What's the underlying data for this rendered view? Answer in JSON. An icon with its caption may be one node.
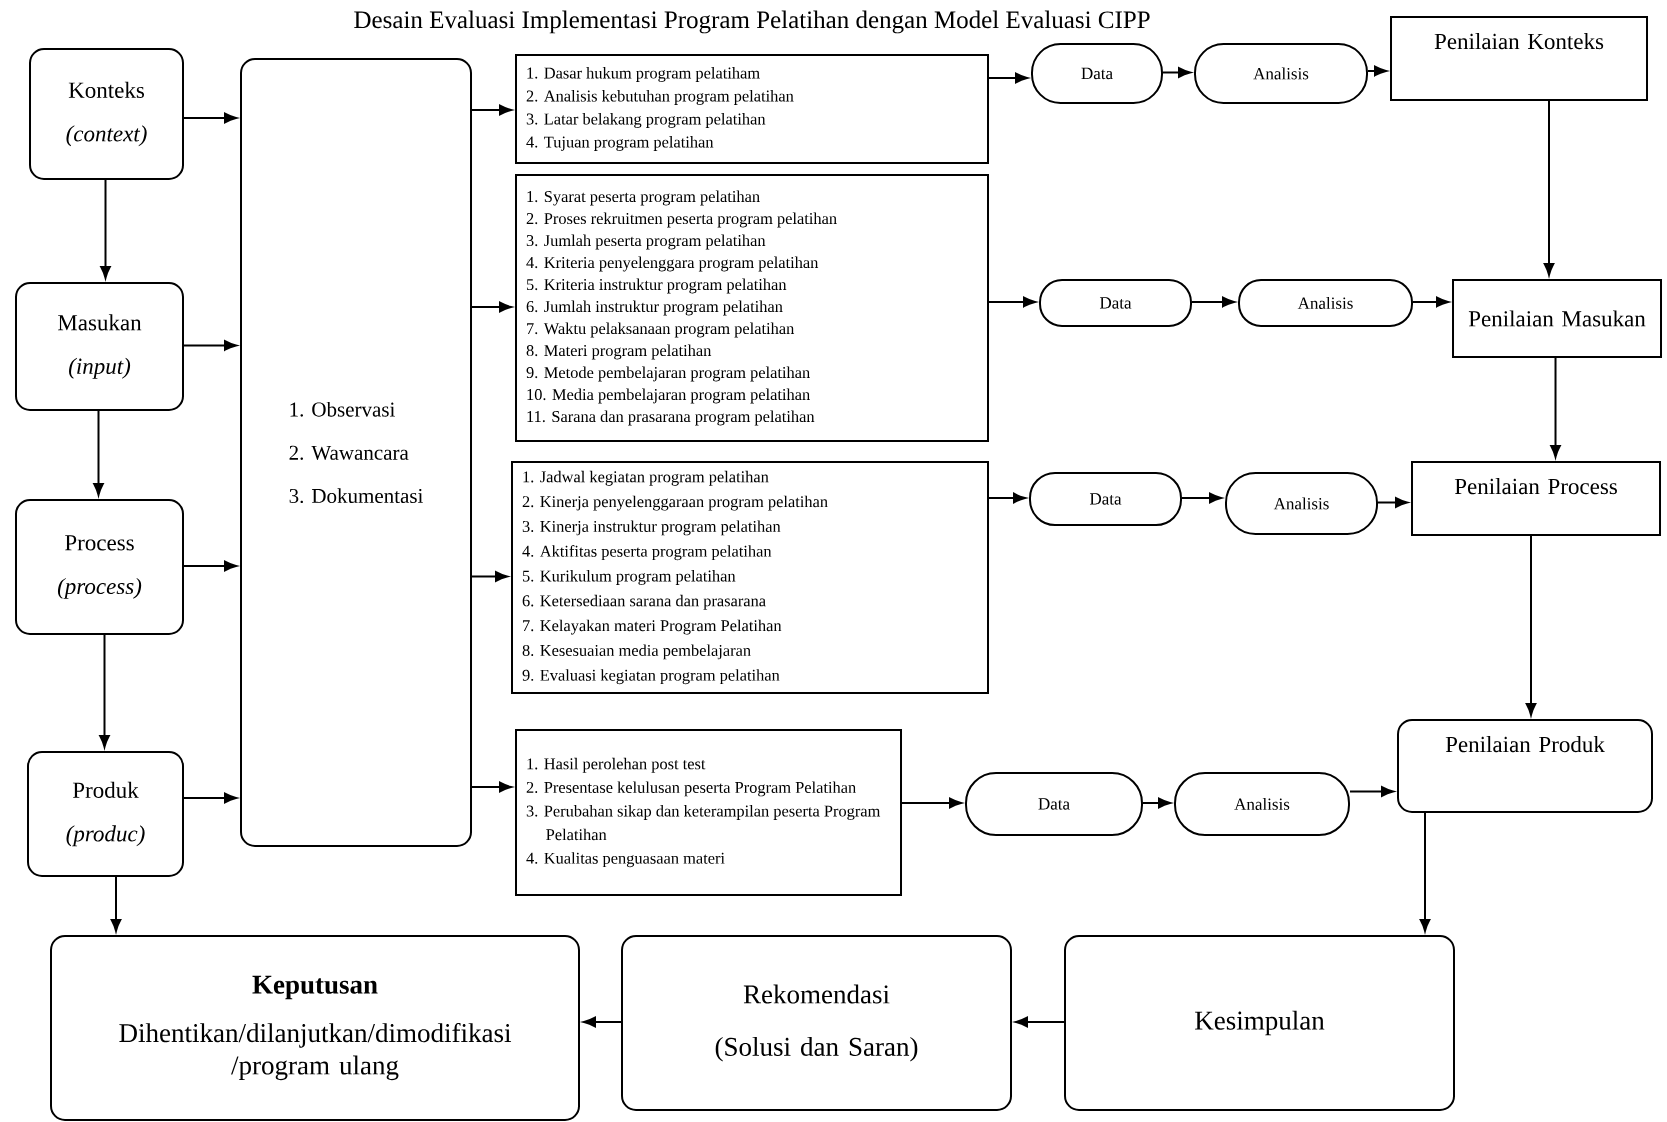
{
  "diagram": {
    "title": "Desain Evaluasi Implementasi Program Pelatihan dengan Model Evaluasi  CIPP",
    "nodes": [
      {
        "text": [
          "Konteks",
          "(context)"
        ]
      },
      {
        "text": [
          "Masukan",
          "(input)"
        ]
      },
      {
        "text": [
          "Process",
          "(process)"
        ]
      },
      {
        "text": [
          "Produk",
          "(produc)"
        ]
      },
      {
        "text": [
          "1. Observasi",
          "2. Wawancara",
          "3. Dokumentasi"
        ]
      },
      {
        "text": [
          "1. Dasar hukum program pelatiham",
          "2. Analisis kebutuhan program pelatihan",
          "3. Latar belakang program pelatihan",
          "4. Tujuan program pelatihan"
        ]
      },
      {
        "text": [
          "1. Syarat peserta  program pelatihan",
          "2. Proses rekruitmen peserta program pelatihan",
          "3. Jumlah peserta program pelatihan",
          "4. Kriteria penyelenggara program pelatihan",
          "5. Kriteria instruktur program pelatihan",
          "6. Jumlah instruktur program pelatihan",
          "7. Waktu pelaksanaan program pelatihan",
          "8. Materi program pelatihan",
          "9. Metode pembelajaran program pelatihan",
          "10. Media pembelajaran program pelatihan",
          "11. Sarana dan prasarana program pelatihan"
        ]
      },
      {
        "text": [
          "1. Jadwal kegiatan program pelatihan",
          "2. Kinerja penyelenggaraan program pelatihan",
          "3. Kinerja instruktur program pelatihan",
          "4. Aktifitas peserta program pelatihan",
          "5. Kurikulum program pelatihan",
          "6. Ketersediaan sarana dan prasarana",
          "7. Kelayakan materi Program Pelatihan",
          "8. Kesesuaian media pembelajaran",
          "9. Evaluasi kegiatan program pelatihan"
        ]
      },
      {
        "text": [
          "1. Hasil perolehan post test",
          "2. Presentase kelulusan peserta Program Pelatihan",
          "3. Perubahan sikap dan keterampilan peserta Program Pelatihan",
          "4. Kualitas penguasaan materi"
        ]
      },
      {
        "text": [
          "Data"
        ]
      },
      {
        "text": [
          "Analisis"
        ]
      },
      {
        "text": [
          "Penilaian Konteks"
        ]
      },
      {
        "text": [
          "Data"
        ]
      },
      {
        "text": [
          "Analisis"
        ]
      },
      {
        "text": [
          "Penilaian Masukan"
        ]
      },
      {
        "text": [
          "Data"
        ]
      },
      {
        "text": [
          "Analisis"
        ]
      },
      {
        "text": [
          "Penilaian Process"
        ]
      },
      {
        "text": [
          "Data"
        ]
      },
      {
        "text": [
          "Analisis"
        ]
      },
      {
        "text": [
          "Penilaian Produk"
        ]
      },
      {
        "text": [
          "Keputusan",
          "Dihentikan/dilanjutkan/dimodifikasi /program ulang"
        ]
      },
      {
        "text": [
          "Rekomendasi",
          "(Solusi dan Saran)"
        ]
      },
      {
        "text": [
          "Kesimpulan"
        ]
      }
    ],
    "edges": [
      {
        "from": 0,
        "to": 1,
        "arrow": "to"
      },
      {
        "from": 1,
        "to": 2,
        "arrow": "to"
      },
      {
        "from": 2,
        "to": 3,
        "arrow": "to"
      },
      {
        "from": 3,
        "to": 21,
        "arrow": "to"
      },
      {
        "from": 0,
        "to": 4,
        "arrow": "to"
      },
      {
        "from": 1,
        "to": 4,
        "arrow": "to"
      },
      {
        "from": 2,
        "to": 4,
        "arrow": "to"
      },
      {
        "from": 3,
        "to": 4,
        "arrow": "to"
      },
      {
        "from": 4,
        "to": 5,
        "arrow": "to"
      },
      {
        "from": 4,
        "to": 6,
        "arrow": "to"
      },
      {
        "from": 4,
        "to": 7,
        "arrow": "to"
      },
      {
        "from": 4,
        "to": 8,
        "arrow": "to"
      },
      {
        "from": 5,
        "to": 9,
        "arrow": "to"
      },
      {
        "from": 9,
        "to": 10,
        "arrow": "to"
      },
      {
        "from": 10,
        "to": 11,
        "arrow": "to"
      },
      {
        "from": 6,
        "to": 12,
        "arrow": "to"
      },
      {
        "from": 12,
        "to": 13,
        "arrow": "to"
      },
      {
        "from": 13,
        "to": 14,
        "arrow": "to"
      },
      {
        "from": 7,
        "to": 15,
        "arrow": "to"
      },
      {
        "from": 15,
        "to": 16,
        "arrow": "to"
      },
      {
        "from": 16,
        "to": 17,
        "arrow": "to"
      },
      {
        "from": 8,
        "to": 18,
        "arrow": "to"
      },
      {
        "from": 18,
        "to": 19,
        "arrow": "to"
      },
      {
        "from": 19,
        "to": 20,
        "arrow": "to"
      },
      {
        "from": 11,
        "to": 14,
        "arrow": "to"
      },
      {
        "from": 14,
        "to": 17,
        "arrow": "to"
      },
      {
        "from": 17,
        "to": 20,
        "arrow": "to"
      },
      {
        "from": 20,
        "to": 23,
        "arrow": "to"
      },
      {
        "from": 23,
        "to": 22,
        "arrow": "to"
      },
      {
        "from": 22,
        "to": 21,
        "arrow": "to"
      }
    ]
  }
}
